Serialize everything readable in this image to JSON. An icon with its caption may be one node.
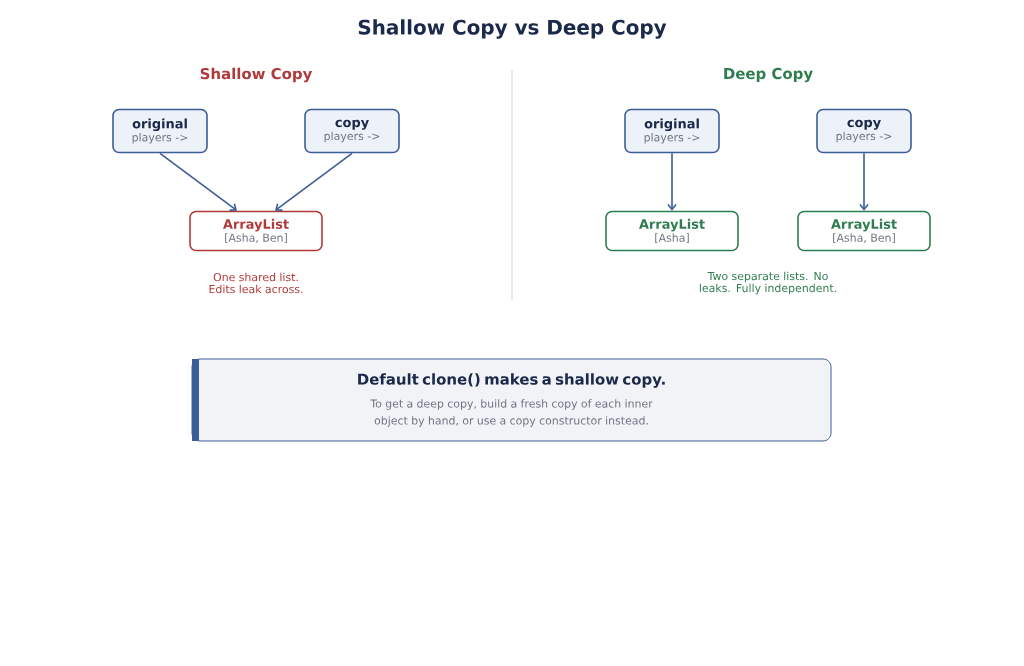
{
  "diagram": {
    "title": "Shallow Copy vs Deep Copy",
    "nodes": [
      {
        "text": [
          "original",
          "players ->"
        ]
      },
      {
        "text": [
          "copy",
          "players ->"
        ]
      },
      {
        "text": [
          "ArrayList",
          "[Asha, Ben]"
        ]
      },
      {
        "text": [
          "original",
          "players ->"
        ]
      },
      {
        "text": [
          "copy",
          "players ->"
        ]
      },
      {
        "text": [
          "ArrayList",
          "[Asha]"
        ]
      },
      {
        "text": [
          "ArrayList",
          "[Asha, Ben]"
        ]
      },
      {
        "text": [
          "Default clone() makes a shallow copy.",
          "To get a deep copy, build a fresh copy of each inner object by hand, or use a copy constructor instead."
        ]
      }
    ],
    "edges": [
      {
        "from": 0,
        "to": 2,
        "arrow": "to"
      },
      {
        "from": 1,
        "to": 2,
        "arrow": "to"
      },
      {
        "from": 3,
        "to": 5,
        "arrow": "to"
      },
      {
        "from": 4,
        "to": 6,
        "arrow": "to"
      }
    ],
    "labels": [
      "Shallow Copy",
      "Deep Copy",
      "One shared list. Edits leak across.",
      "Two separate lists. No leaks. Fully independent."
    ]
  }
}
